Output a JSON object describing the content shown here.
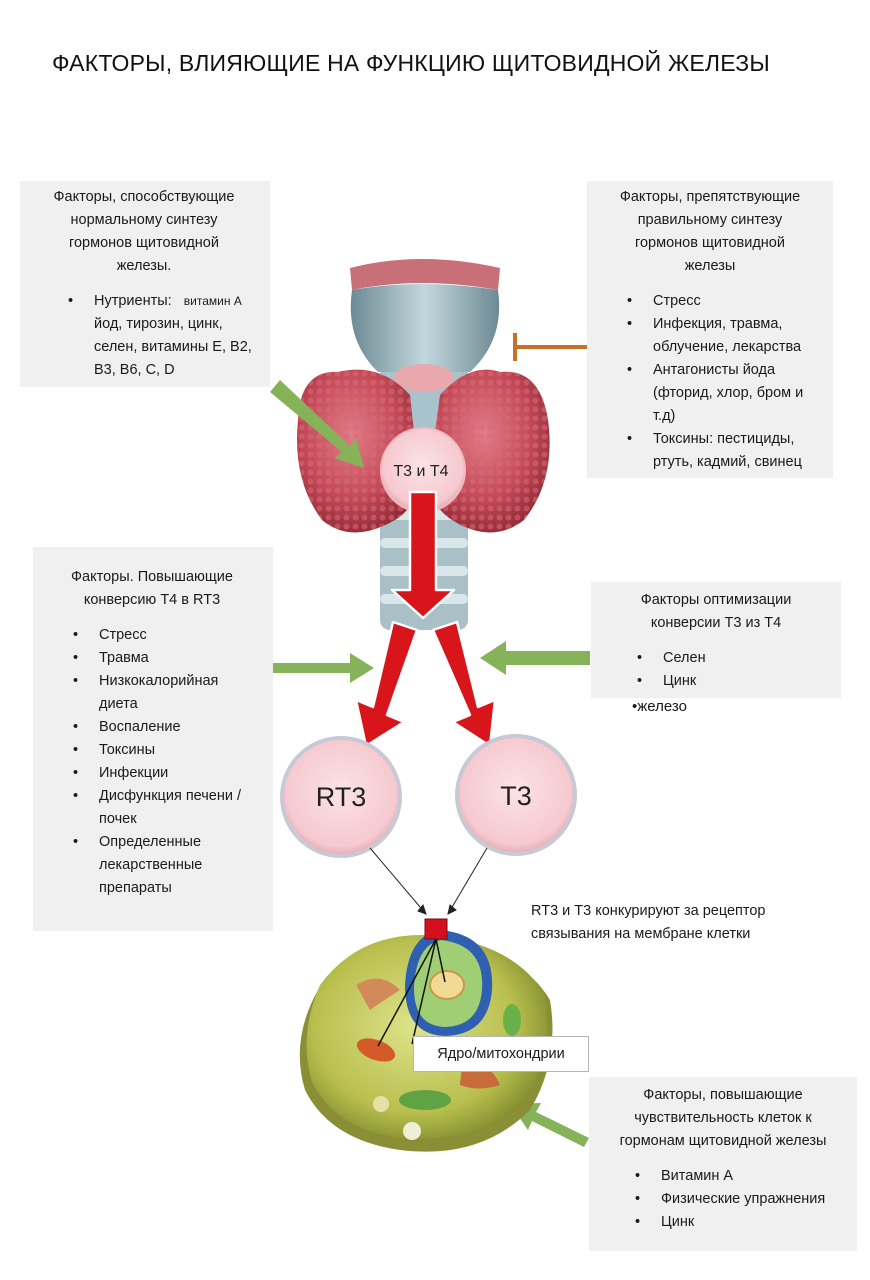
{
  "title": "ФАКТОРЫ, ВЛИЯЮЩИЕ НА ФУНКЦИЮ ЩИТОВИДНОЙ ЖЕЛЕЗЫ",
  "top_left": {
    "heading": [
      "Факторы, способствующие",
      "нормальному синтезу",
      "гормонов щитовидной",
      "железы."
    ],
    "nutrients_label": "Нутриенты:",
    "vitamin_a_note": "витамин А",
    "nutrients_lines": [
      "йод, тирозин, цинк,",
      "селен, витамины Е, В2,",
      "В3, В6, С, D"
    ]
  },
  "top_right": {
    "heading": [
      "Факторы, препятствующие",
      "правильному синтезу",
      "гормонов щитовидной",
      "железы"
    ],
    "items": [
      [
        "Стресс"
      ],
      [
        "Инфекция, травма,",
        "облучение, лекарства"
      ],
      [
        "Антагонисты йода",
        "(фторид, хлор, бром и",
        "т.д)"
      ],
      [
        "Токсины: пестициды,",
        "ртуть, кадмий, свинец"
      ]
    ]
  },
  "mid_left": {
    "heading": [
      "Факторы. Повышающие",
      "конверсию Т4 в RT3"
    ],
    "items": [
      [
        "Стресс"
      ],
      [
        "Травма"
      ],
      [
        "Низкокалорийная",
        "диета"
      ],
      [
        "Воспаление"
      ],
      [
        "Токсины"
      ],
      [
        "Инфекции"
      ],
      [
        "Дисфункция печени /",
        "почек"
      ],
      [
        "Определенные",
        "лекарственные",
        "препараты"
      ]
    ]
  },
  "mid_right": {
    "heading": [
      "Факторы оптимизации",
      "конверсии Т3 из Т4"
    ],
    "items": [
      "Селен",
      "Цинк"
    ],
    "extra": "•железо"
  },
  "bottom_right": {
    "heading": [
      "Факторы, повышающие",
      "чувствительность клеток к",
      "гормонам щитовидной железы"
    ],
    "items": [
      "Витамин А",
      "Физические упражнения",
      "Цинк"
    ]
  },
  "hormones": {
    "t3_t4": "Т3 и Т4",
    "rt3": "RT3",
    "t3": "Т3"
  },
  "receptor_text": [
    "RT3 и Т3 конкурируют за рецептор",
    "связывания на мембране клетки"
  ],
  "nucleus_label": "Ядро/митохондрии",
  "colors": {
    "red_arrow": "#d8151b",
    "green_arrow": "#86b35a",
    "orange_inhibit": "#c8702a",
    "hormone_circle": "#f7cfd4",
    "box_bg": "#f0f0f0",
    "receptor": "#d4101e"
  }
}
